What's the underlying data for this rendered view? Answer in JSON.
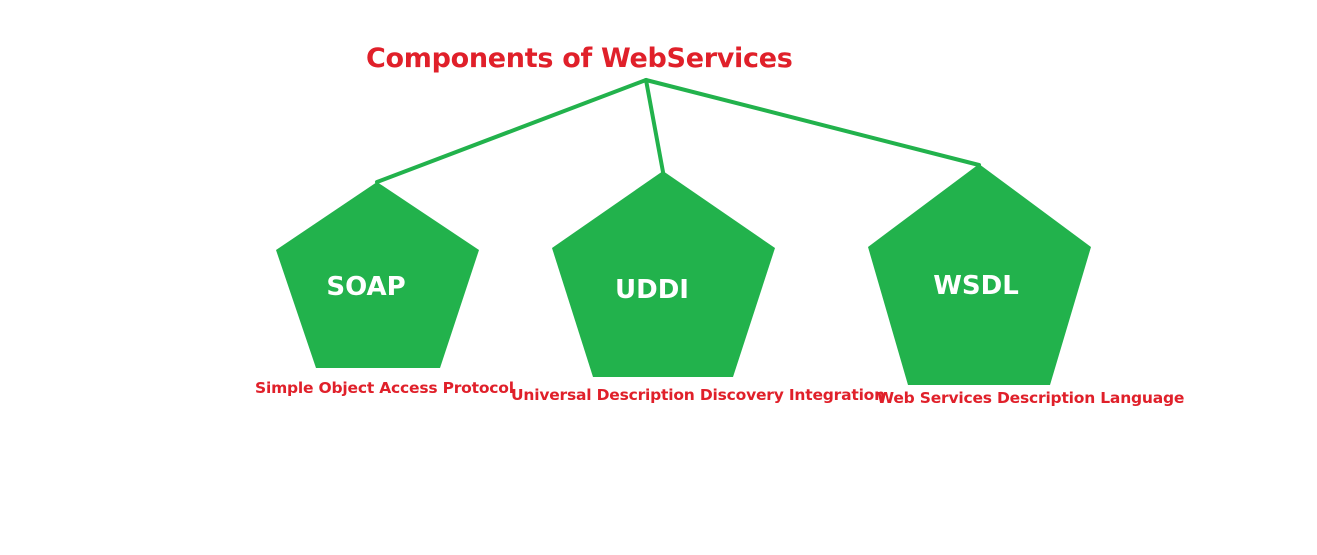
{
  "title": "Components of WebServices",
  "colors": {
    "text": "#e0202a",
    "shape": "#22b24c",
    "connector": "#22b24c"
  },
  "components": [
    {
      "label": "SOAP",
      "description": "Simple Object Access Protocol"
    },
    {
      "label": "UDDI",
      "description": "Universal Description Discovery Integration"
    },
    {
      "label": "WSDL",
      "description": "Web Services Description Language"
    }
  ]
}
